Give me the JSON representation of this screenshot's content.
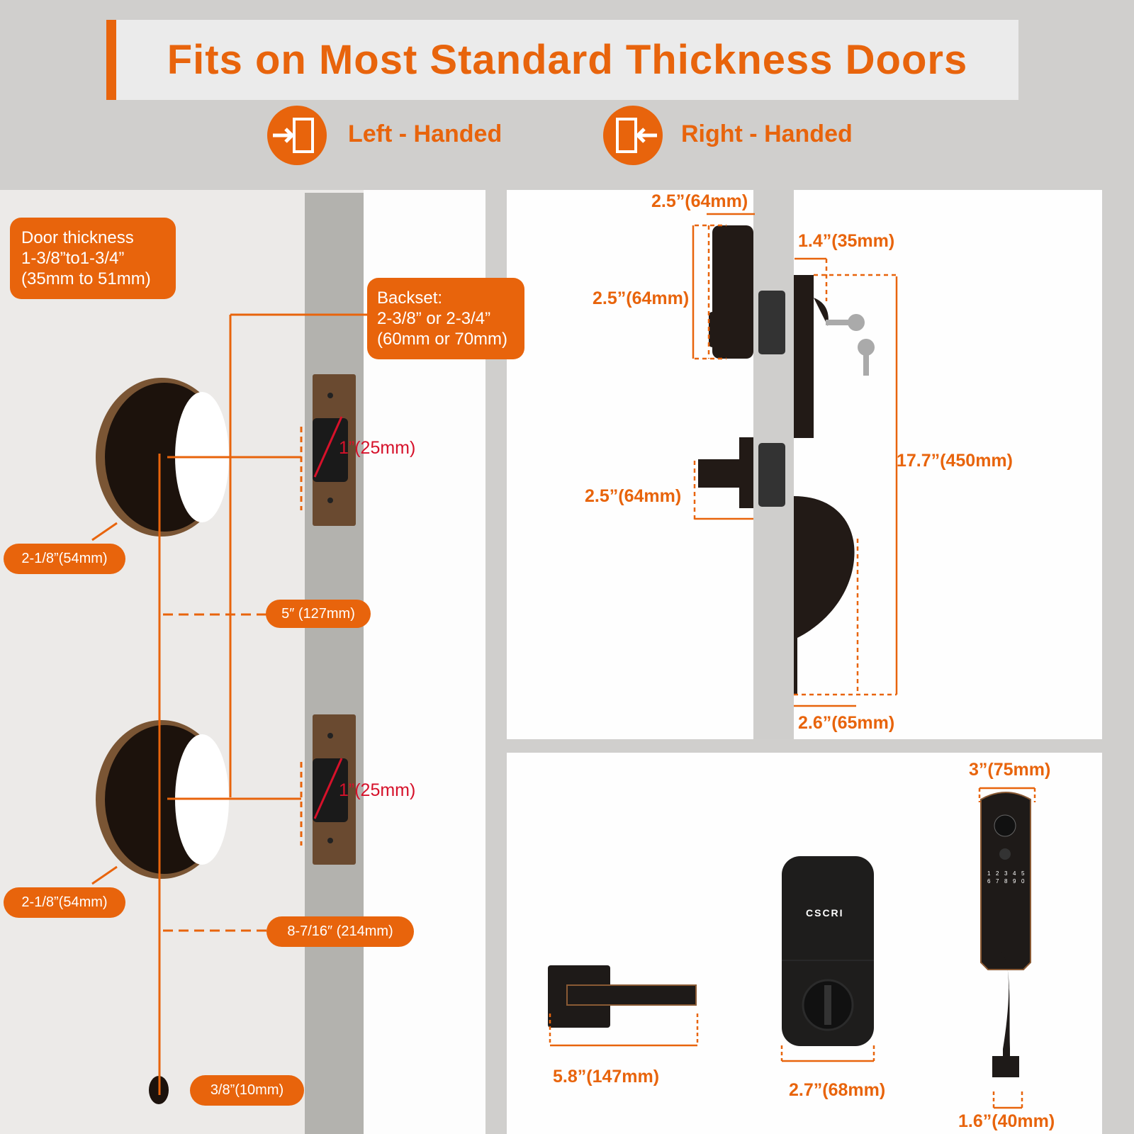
{
  "header": {
    "title": "Fits on Most Standard Thickness Doors"
  },
  "handedness": [
    {
      "label": "Left - Handed",
      "icon": "door-enter-left-icon"
    },
    {
      "label": "Right - Handed",
      "icon": "door-enter-right-icon"
    }
  ],
  "door_prep": {
    "door_thickness": [
      "Door thickness",
      "1-3/8”to1-3/4”",
      "(35mm to 51mm)"
    ],
    "backset": [
      "Backset:",
      "2-3/8” or 2-3/4”",
      "(60mm or 70mm)"
    ],
    "bolt_hole_top": "1”(25mm)",
    "bolt_hole_bottom": "1”(25mm)",
    "bore_top": "2-1/8”(54mm)",
    "bore_bottom": "2-1/8”(54mm)",
    "spacing_1": "5″ (127mm)",
    "spacing_2": "8-7/16″ (214mm)",
    "small_hole": "3/8”(10mm)"
  },
  "side_view": {
    "deadbolt_depth": "2.5”(64mm)",
    "handleset_depth": "1.4”(35mm)",
    "deadbolt_height": "2.5”(64mm)",
    "total_height": "17.7”(450mm)",
    "lever_depth": "2.5”(64mm)",
    "handle_depth": "2.6”(65mm)"
  },
  "front_view": {
    "handleset_width": "3”(75mm)",
    "lever_length": "5.8”(147mm)",
    "deadbolt_width": "2.7”(68mm)",
    "handle_width": "1.6”(40mm)",
    "brand": "CSCRI",
    "keypad": [
      "1",
      "2",
      "3",
      "4",
      "5",
      "6",
      "7",
      "8",
      "9",
      "0"
    ]
  },
  "colors": {
    "accent": "#e8640c",
    "red": "#d6112a",
    "bronze": "#2a1a12"
  }
}
